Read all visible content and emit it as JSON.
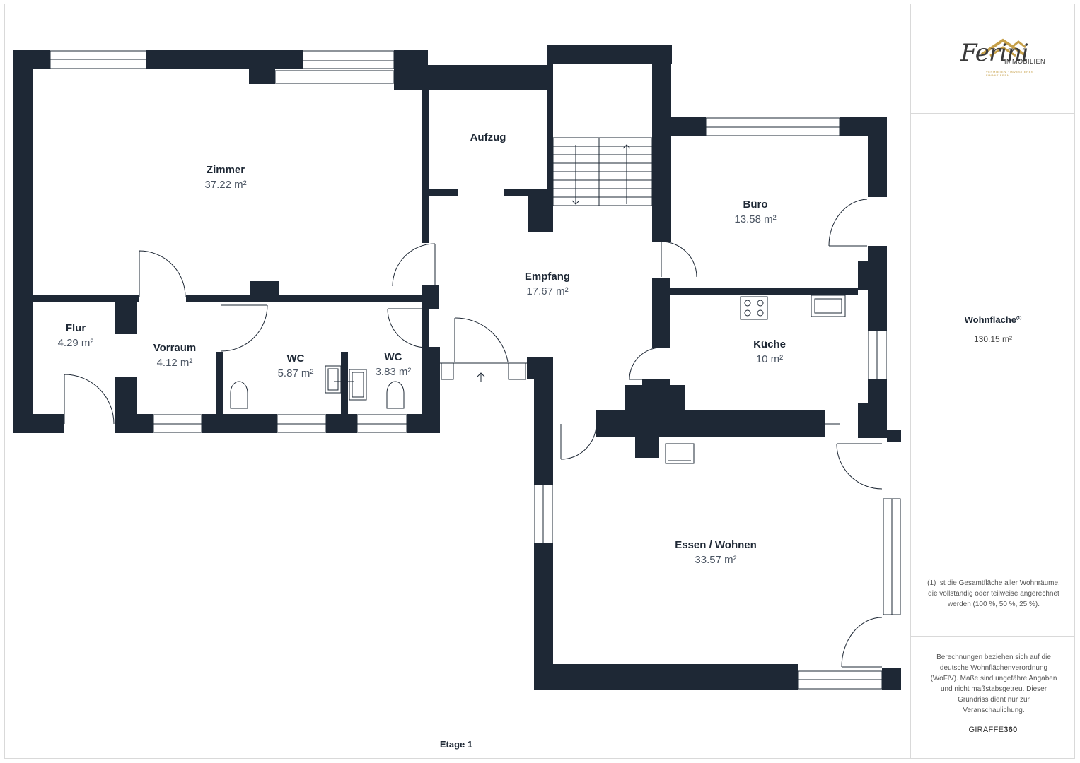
{
  "floor_label": "Etage 1",
  "rooms": [
    {
      "name": "Zimmer",
      "area": "37.22 m²"
    },
    {
      "name": "Aufzug",
      "area": ""
    },
    {
      "name": "Büro",
      "area": "13.58 m²"
    },
    {
      "name": "Empfang",
      "area": "17.67 m²"
    },
    {
      "name": "Flur",
      "area": "4.29 m²"
    },
    {
      "name": "Vorraum",
      "area": "4.12 m²"
    },
    {
      "name": "WC",
      "area": "5.87 m²"
    },
    {
      "name": "WC",
      "area": "3.83 m²"
    },
    {
      "name": "Küche",
      "area": "10 m²"
    },
    {
      "name": "Essen / Wohnen",
      "area": "33.57 m²"
    }
  ],
  "sidebar": {
    "logo_script": "Ferini",
    "logo_word": "IMMOBILIEN",
    "logo_sub": "VERMIETEN · INVESTIEREN · FINANZIEREN",
    "area_title": "Wohnfläche",
    "area_sup": "(1)",
    "area_value": "130.15 m²",
    "footnote": "(1) Ist die Gesamtfläche aller Wohnräume, die vollständig oder teilweise angerechnet werden (100 %, 50 %, 25 %).",
    "disclaimer": "Berechnungen beziehen sich auf die deutsche Wohnflächenverordnung (WoFlV). Maße sind ungefähre Angaben und nicht maßstabsgetreu. Dieser Grundriss dient nur zur Veranschaulichung.",
    "brand_prefix": "GIRAFFE",
    "brand_suffix": "360"
  },
  "colors": {
    "wall": "#1e2835",
    "logo_gold": "#c6a04a",
    "divider": "#d9d9d9"
  }
}
